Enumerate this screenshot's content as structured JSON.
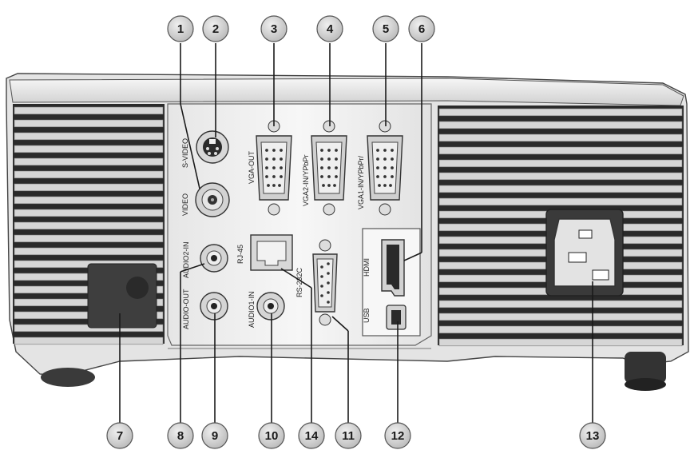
{
  "callouts": [
    "1",
    "2",
    "3",
    "4",
    "5",
    "6",
    "7",
    "8",
    "9",
    "10",
    "14",
    "11",
    "12",
    "13"
  ],
  "ports": {
    "s_video": "S-VIDEO",
    "video": "VIDEO",
    "vga_out": "VGA-OUT",
    "vga2_in": "VGA2-IN/YPbPr",
    "vga1_in": "VGA1-IN/YPbPr/",
    "vga1_in_suffix": "/",
    "audio2_in": "AUDIO2-IN",
    "audio_out": "AUDIO-OUT",
    "audio1_in": "AUDIO1-IN",
    "rj45": "RJ-45",
    "rs232c": "RS-232C",
    "hdmi": "HDMI",
    "usb": "USB"
  },
  "colors": {
    "body": "#e9e9e9",
    "body_dark": "#c9c9c9",
    "vent": "#1c1c1c",
    "panel": "#f4f4f4",
    "callout_fill": "#cfcfcf",
    "callout_stroke": "#555555",
    "leader": "#1a1a1a"
  }
}
